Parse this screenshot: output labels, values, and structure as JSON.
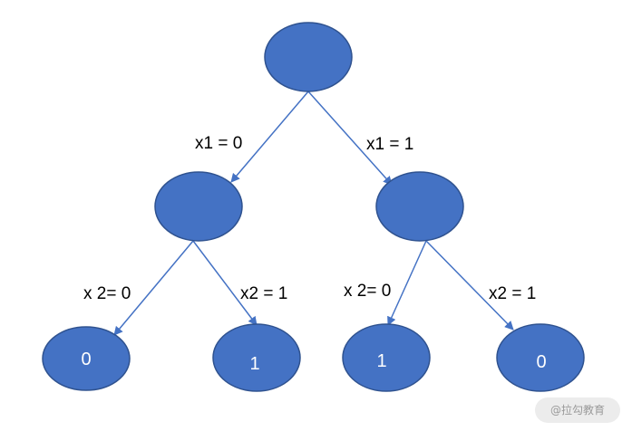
{
  "tree": {
    "nodes": [
      {
        "id": "root",
        "label": ""
      },
      {
        "id": "left",
        "label": ""
      },
      {
        "id": "right",
        "label": ""
      },
      {
        "id": "left-left",
        "label": "0"
      },
      {
        "id": "left-right",
        "label": "1"
      },
      {
        "id": "right-left",
        "label": "1"
      },
      {
        "id": "right-right",
        "label": "0"
      }
    ],
    "edges": [
      {
        "from": "root",
        "to": "left",
        "label": "x1 = 0"
      },
      {
        "from": "root",
        "to": "right",
        "label": "x1 = 1"
      },
      {
        "from": "left",
        "to": "left-left",
        "label": "x 2= 0"
      },
      {
        "from": "left",
        "to": "left-right",
        "label": "x2 = 1"
      },
      {
        "from": "right",
        "to": "right-left",
        "label": "x 2= 0"
      },
      {
        "from": "right",
        "to": "right-right",
        "label": "x2 = 1"
      }
    ]
  },
  "colors": {
    "node_fill": "#4472c4",
    "node_stroke": "#2f528f",
    "edge": "#4472c4",
    "node_text": "#ffffff",
    "label_text": "#000000"
  },
  "watermark": {
    "text": "@拉勾教育"
  }
}
